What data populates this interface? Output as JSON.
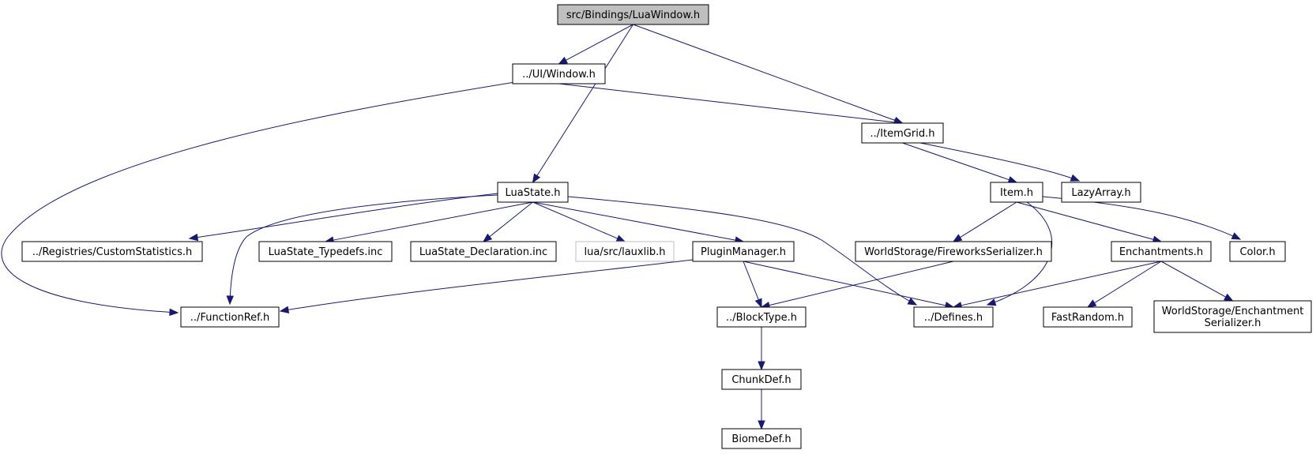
{
  "diagram": {
    "nodes": [
      {
        "id": "luawindow",
        "label": "src/Bindings/LuaWindow.h",
        "style": "root"
      },
      {
        "id": "uiwindow",
        "label": "../UI/Window.h"
      },
      {
        "id": "itemgrid",
        "label": "../ItemGrid.h"
      },
      {
        "id": "luastate",
        "label": "LuaState.h"
      },
      {
        "id": "item",
        "label": "Item.h"
      },
      {
        "id": "lazyarray",
        "label": "LazyArray.h"
      },
      {
        "id": "customstats",
        "label": "../Registries/CustomStatistics.h"
      },
      {
        "id": "typedefs",
        "label": "LuaState_Typedefs.inc"
      },
      {
        "id": "declaration",
        "label": "LuaState_Declaration.inc"
      },
      {
        "id": "lauxlib",
        "label": "lua/src/lauxlib.h",
        "style": "missing"
      },
      {
        "id": "pluginmanager",
        "label": "PluginManager.h"
      },
      {
        "id": "fireworks",
        "label": "WorldStorage/FireworksSerializer.h"
      },
      {
        "id": "enchantments",
        "label": "Enchantments.h"
      },
      {
        "id": "color",
        "label": "Color.h"
      },
      {
        "id": "functionref",
        "label": "../FunctionRef.h"
      },
      {
        "id": "blocktype",
        "label": "../BlockType.h"
      },
      {
        "id": "defines",
        "label": "../Defines.h"
      },
      {
        "id": "fastrandom",
        "label": "FastRandom.h"
      },
      {
        "id": "enchserializer",
        "label": "WorldStorage/Enchantment Serializer.h",
        "lines": [
          "WorldStorage/Enchantment",
          "Serializer.h"
        ]
      },
      {
        "id": "chunkdef",
        "label": "ChunkDef.h"
      },
      {
        "id": "biomedef",
        "label": "BiomeDef.h"
      }
    ],
    "edges": [
      {
        "from": "luawindow",
        "to": "uiwindow"
      },
      {
        "from": "luawindow",
        "to": "luastate"
      },
      {
        "from": "luawindow",
        "to": "itemgrid"
      },
      {
        "from": "uiwindow",
        "to": "itemgrid"
      },
      {
        "from": "uiwindow",
        "to": "functionref"
      },
      {
        "from": "itemgrid",
        "to": "item"
      },
      {
        "from": "itemgrid",
        "to": "lazyarray"
      },
      {
        "from": "luastate",
        "to": "customstats"
      },
      {
        "from": "luastate",
        "to": "typedefs"
      },
      {
        "from": "luastate",
        "to": "declaration"
      },
      {
        "from": "luastate",
        "to": "lauxlib"
      },
      {
        "from": "luastate",
        "to": "pluginmanager"
      },
      {
        "from": "luastate",
        "to": "functionref"
      },
      {
        "from": "luastate",
        "to": "defines"
      },
      {
        "from": "item",
        "to": "fireworks"
      },
      {
        "from": "item",
        "to": "defines"
      },
      {
        "from": "item",
        "to": "enchantments"
      },
      {
        "from": "item",
        "to": "color"
      },
      {
        "from": "pluginmanager",
        "to": "functionref"
      },
      {
        "from": "pluginmanager",
        "to": "blocktype"
      },
      {
        "from": "pluginmanager",
        "to": "defines"
      },
      {
        "from": "fireworks",
        "to": "blocktype"
      },
      {
        "from": "enchantments",
        "to": "defines"
      },
      {
        "from": "enchantments",
        "to": "fastrandom"
      },
      {
        "from": "enchantments",
        "to": "enchserializer"
      },
      {
        "from": "blocktype",
        "to": "chunkdef"
      },
      {
        "from": "chunkdef",
        "to": "biomedef"
      }
    ],
    "colors": {
      "edge": "#191970",
      "root_fill": "#bfbfbf",
      "missing_border": "#bfbfbf",
      "node_border": "#000000"
    }
  }
}
